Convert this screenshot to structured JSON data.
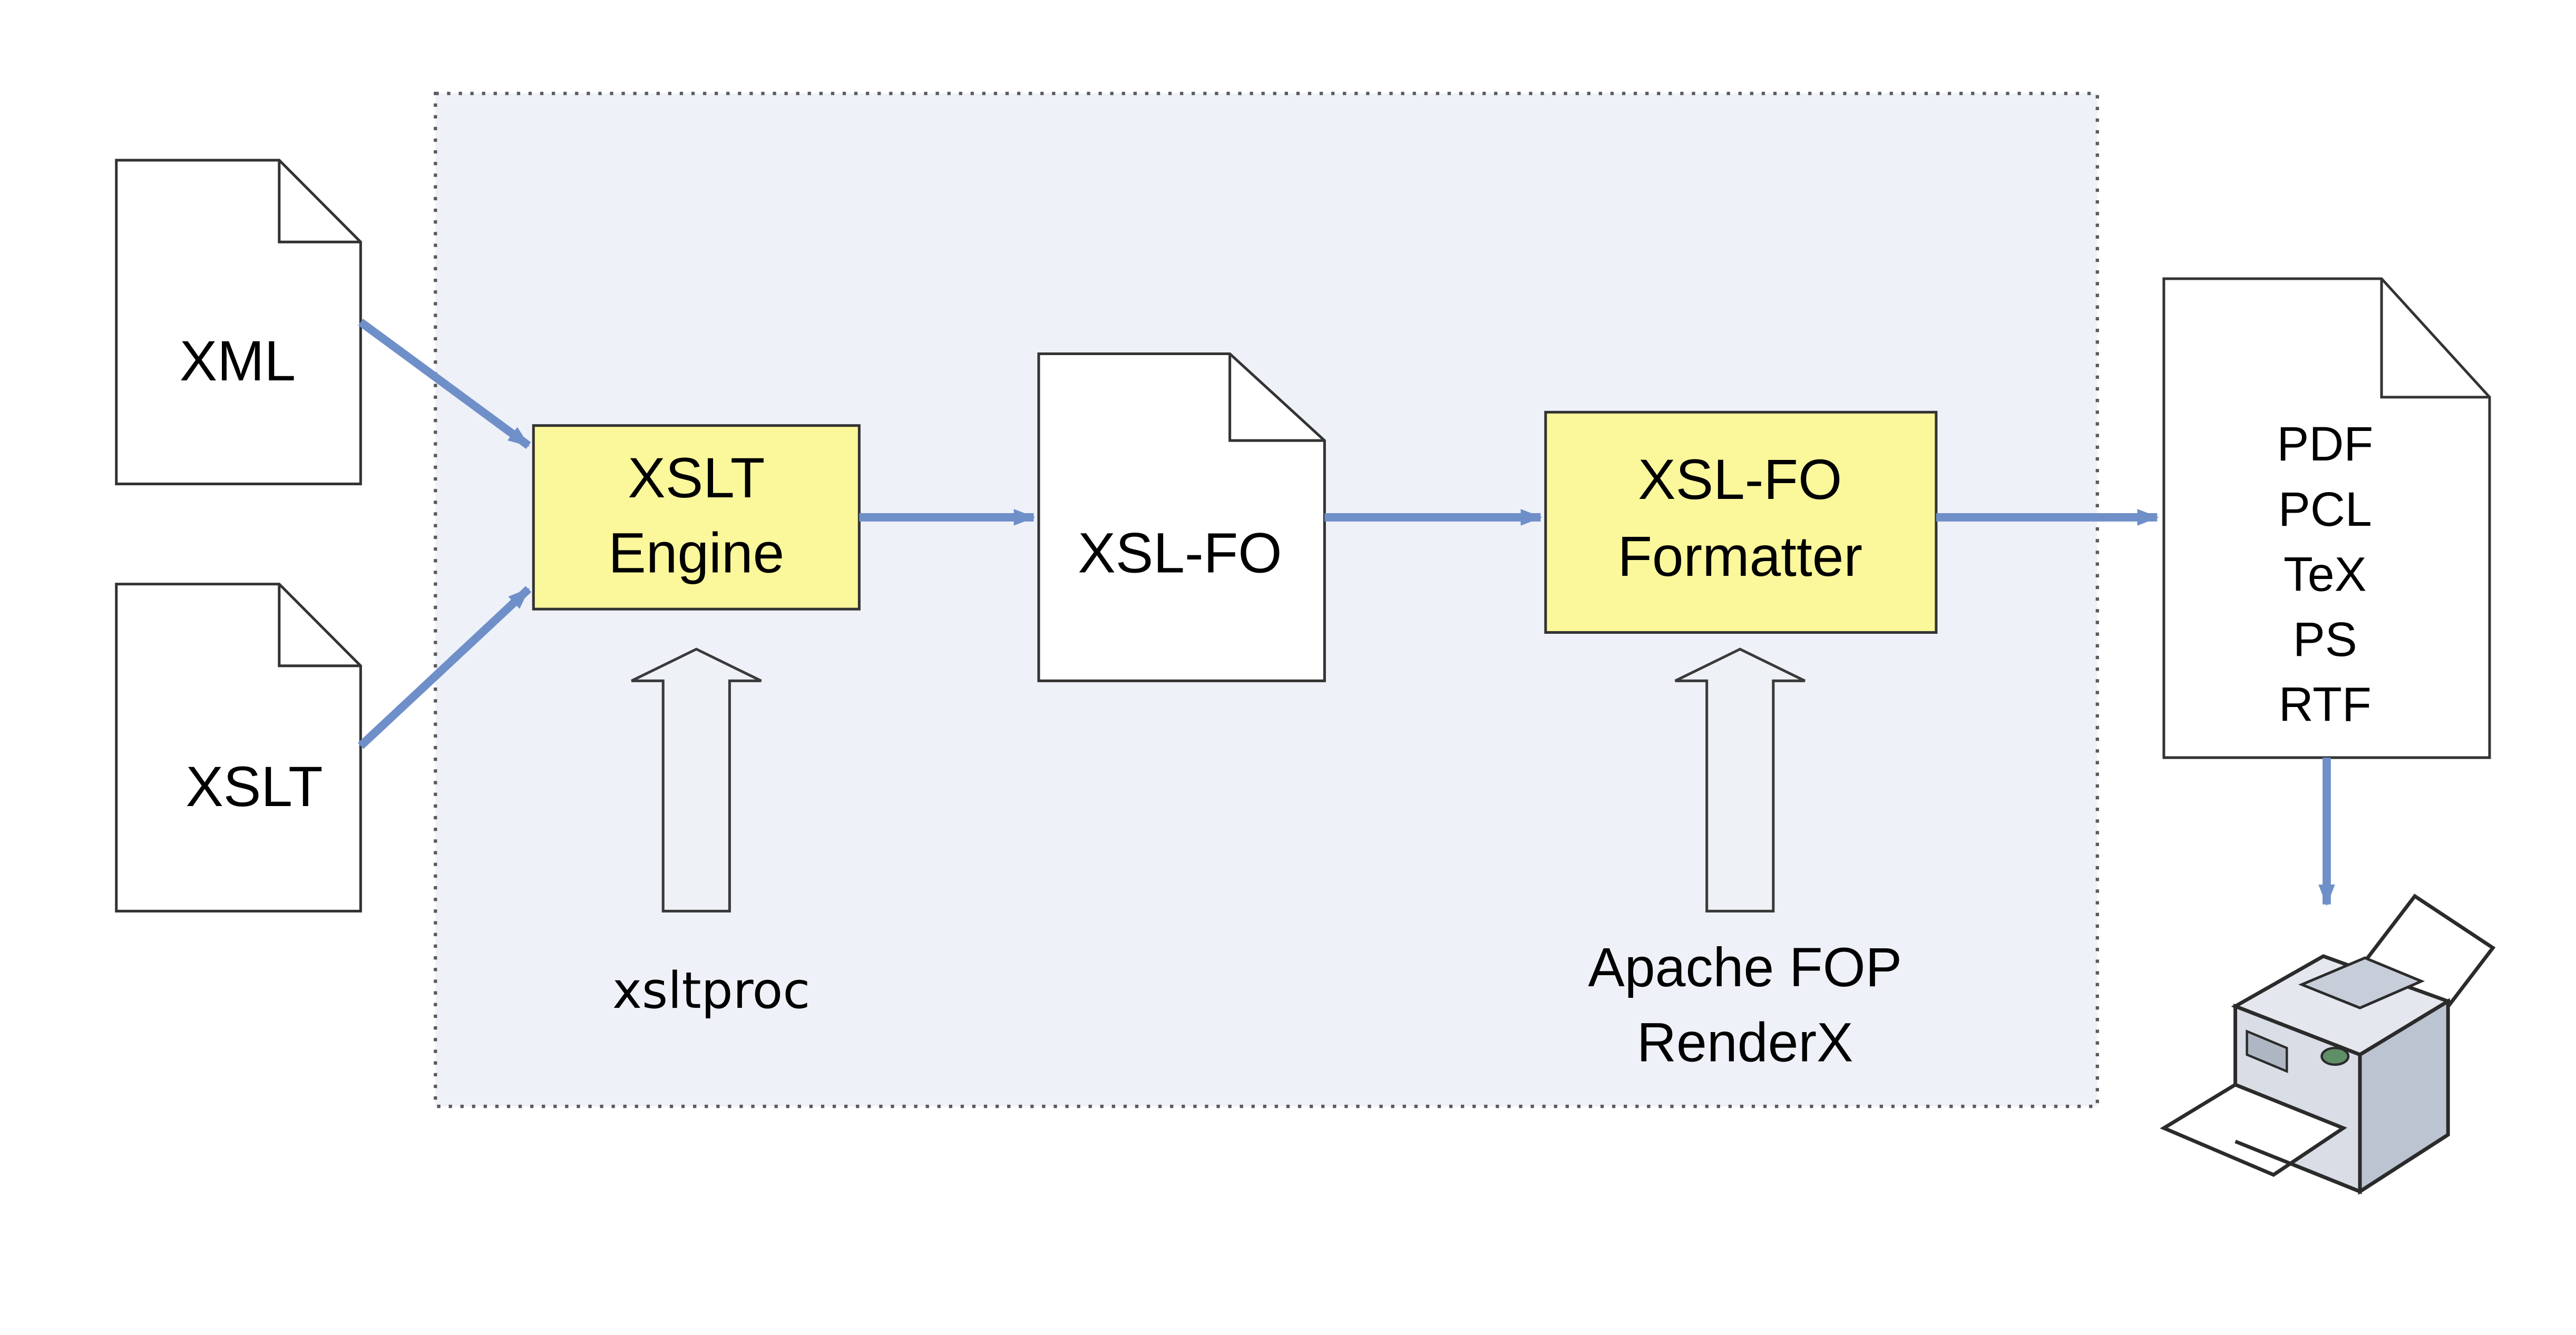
{
  "colors": {
    "background": "#ffffff",
    "system_boundary_fill": "#eef1f8",
    "system_boundary_stroke": "#5a5a5a",
    "processor_fill": "#fbf79b",
    "document_fill": "#ffffff",
    "flow_arrow": "#6f8fc9",
    "tool_arrow_fill": "#eef1f6"
  },
  "inputs": {
    "xml_label": "XML",
    "xslt_label": "XSLT"
  },
  "xslt_engine": {
    "line1": "XSLT",
    "line2": "Engine",
    "tool": "xsltproc"
  },
  "intermediate": {
    "label": "XSL-FO"
  },
  "formatter": {
    "line1": "XSL-FO",
    "line2": "Formatter",
    "tool_line1": "Apache FOP",
    "tool_line2": "RenderX"
  },
  "output": {
    "formats": [
      "PDF",
      "PCL",
      "TeX",
      "PS",
      "RTF"
    ]
  },
  "icons": {
    "printer": "printer-icon"
  }
}
